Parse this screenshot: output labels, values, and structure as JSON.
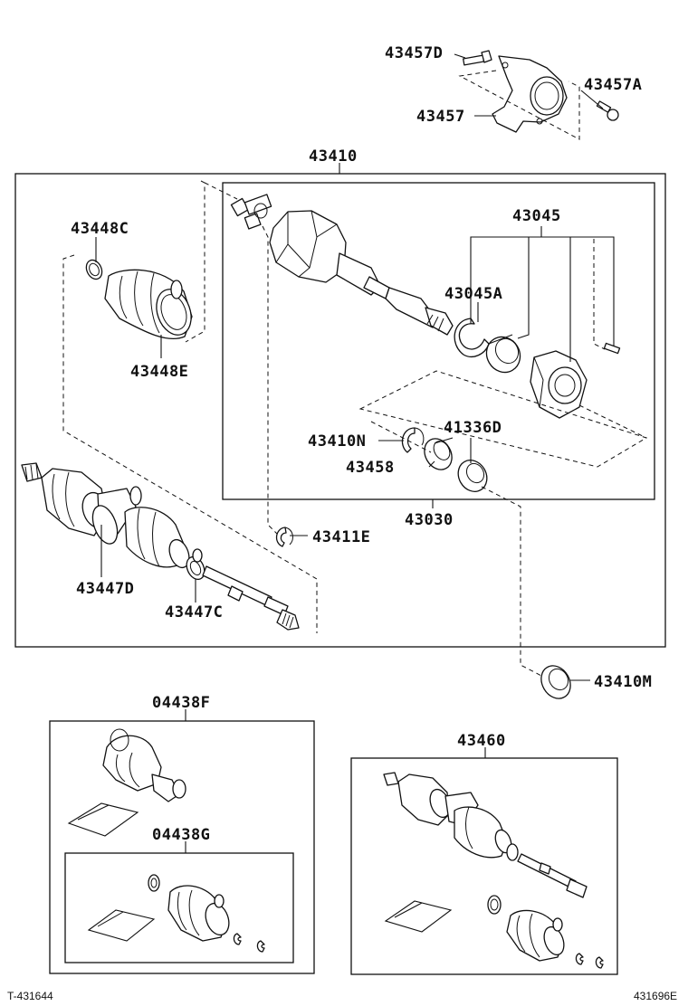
{
  "diagram": {
    "labels": {
      "p43457D": "43457D",
      "p43457A": "43457A",
      "p43457": "43457",
      "p43410": "43410",
      "p43448C": "43448C",
      "p43045": "43045",
      "p43045A": "43045A",
      "p43448E": "43448E",
      "p43410N": "43410N",
      "p41336D": "41336D",
      "p43458": "43458",
      "p43030": "43030",
      "p43411E": "43411E",
      "p43447D": "43447D",
      "p43447C": "43447C",
      "p43410M": "43410M",
      "p04438F": "04438F",
      "p04438G": "04438G",
      "p43460": "43460"
    },
    "footer": {
      "left_code": "T-431644",
      "right_code": "431696E"
    }
  }
}
